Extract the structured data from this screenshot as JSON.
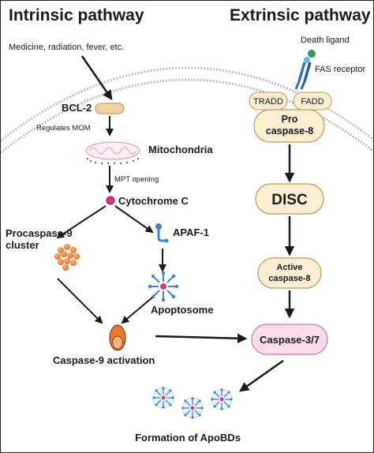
{
  "titles": {
    "intrinsic": "Intrinsic pathway",
    "extrinsic": "Extrinsic pathway"
  },
  "intrinsic": {
    "trigger": "Medicine, radiation, fever, etc.",
    "bcl2": "BCL-2",
    "regulates": "Regulates  MOM",
    "mitochondria": "Mitochondria",
    "mpt": "MPT opening",
    "cytochrome": "Cytochrome C",
    "procaspase_line1": "Procaspase-9",
    "procaspase_line2": "cluster",
    "apaf": "APAF-1",
    "apoptosome": "Apoptosome",
    "casp9_activation": "Caspase-9 activation"
  },
  "extrinsic": {
    "death_ligand": "Death ligand",
    "fas_receptor": "FAS receptor",
    "tradd": "TRADD",
    "fadd": "FADD",
    "pro_line1": "Pro",
    "pro_line2": "caspase-8",
    "disc": "DISC",
    "active_line1": "Active",
    "active_line2": "caspase-8",
    "casp37": "Caspase-3/7"
  },
  "outcome": "Formation of ApoBDs",
  "colors": {
    "box_fill": "#fbeed2",
    "box_stroke": "#b89a55",
    "casp37_fill": "#fbdcee",
    "casp37_stroke": "#c97aa6",
    "membrane": "#bcbcbc",
    "arrow": "#1a1a1a"
  }
}
